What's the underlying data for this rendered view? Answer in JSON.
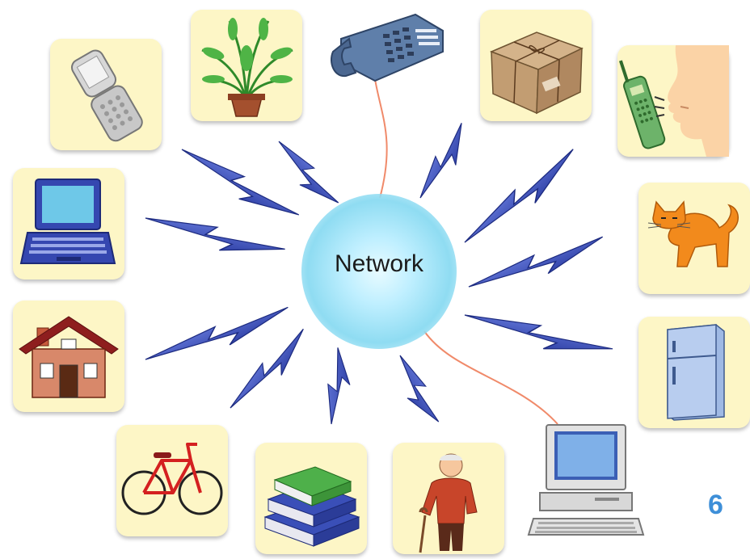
{
  "diagram": {
    "center_label": "Network",
    "nodes": [
      {
        "name": "mobile-phone"
      },
      {
        "name": "potted-plant"
      },
      {
        "name": "desk-telephone"
      },
      {
        "name": "parcel"
      },
      {
        "name": "cordless-phone-speaker"
      },
      {
        "name": "laptop"
      },
      {
        "name": "cat"
      },
      {
        "name": "house"
      },
      {
        "name": "refrigerator"
      },
      {
        "name": "bicycle"
      },
      {
        "name": "books"
      },
      {
        "name": "elderly-person"
      },
      {
        "name": "desktop-computer"
      }
    ],
    "connections": {
      "wireless": [
        "mobile-phone",
        "potted-plant",
        "parcel",
        "cordless-phone-speaker",
        "laptop",
        "cat",
        "house",
        "refrigerator",
        "bicycle",
        "books",
        "elderly-person"
      ],
      "wired": [
        "desk-telephone",
        "desktop-computer"
      ]
    },
    "colors": {
      "card_background": "#fdf6c6",
      "bolt": "#3a4fb8",
      "hub": "#8fdcf2",
      "wire": "#f08a6a",
      "page_number": "#3e8fd8"
    }
  },
  "page_number": "6"
}
